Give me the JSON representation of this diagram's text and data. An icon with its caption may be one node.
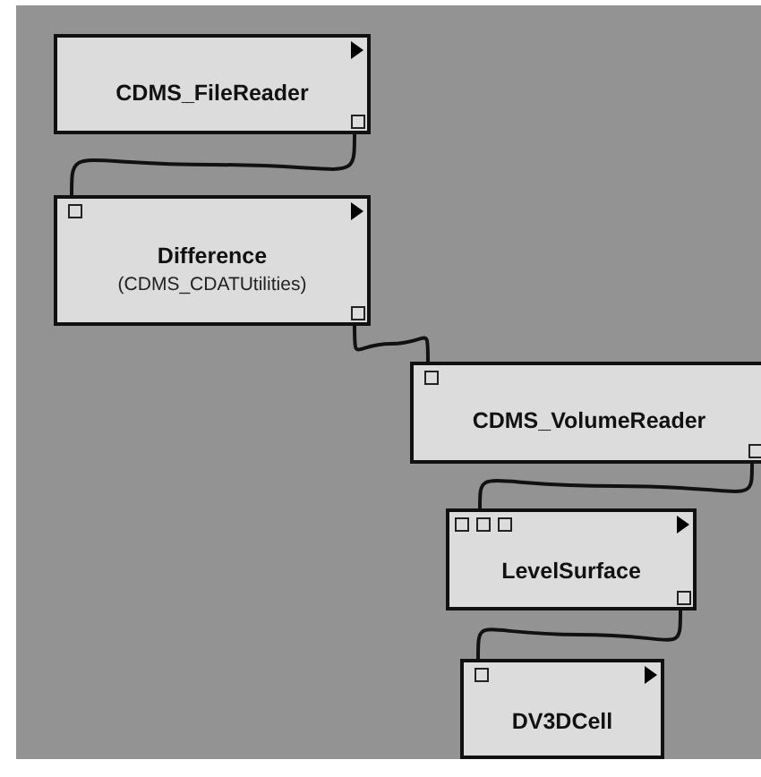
{
  "diagram": {
    "nodes": [
      {
        "text": [
          "CDMS_FileReader"
        ]
      },
      {
        "text": [
          "Difference",
          "(CDMS_CDATUtilities)"
        ]
      },
      {
        "text": [
          "CDMS_VolumeReader"
        ]
      },
      {
        "text": [
          "LevelSurface"
        ]
      },
      {
        "text": [
          "DV3DCell"
        ]
      }
    ],
    "edges": [
      {
        "from": 0,
        "to": 1,
        "arrow": "none"
      },
      {
        "from": 1,
        "to": 2,
        "arrow": "none"
      },
      {
        "from": 2,
        "to": 3,
        "arrow": "none"
      },
      {
        "from": 3,
        "to": 4,
        "arrow": "none"
      }
    ]
  }
}
